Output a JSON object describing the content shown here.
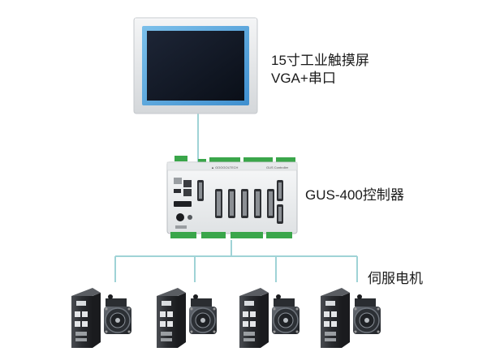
{
  "touchscreen": {
    "label_line1": "15寸工业触摸屏",
    "label_line2": "VGA+串口"
  },
  "controller": {
    "label": "GUS-400控制器"
  },
  "servo": {
    "label": "伺服电机",
    "count": 4
  },
  "colors": {
    "connector_line": "#9fd3d6",
    "screen_bezel": "#5aa6dc",
    "screen_frame": "#e6e8ea",
    "screen_display": "#121a28",
    "controller_body": "#eef0f1",
    "terminal_green": "#3aa64a",
    "drive_body": "#2b2d30",
    "motor_body": "#3c4046"
  }
}
